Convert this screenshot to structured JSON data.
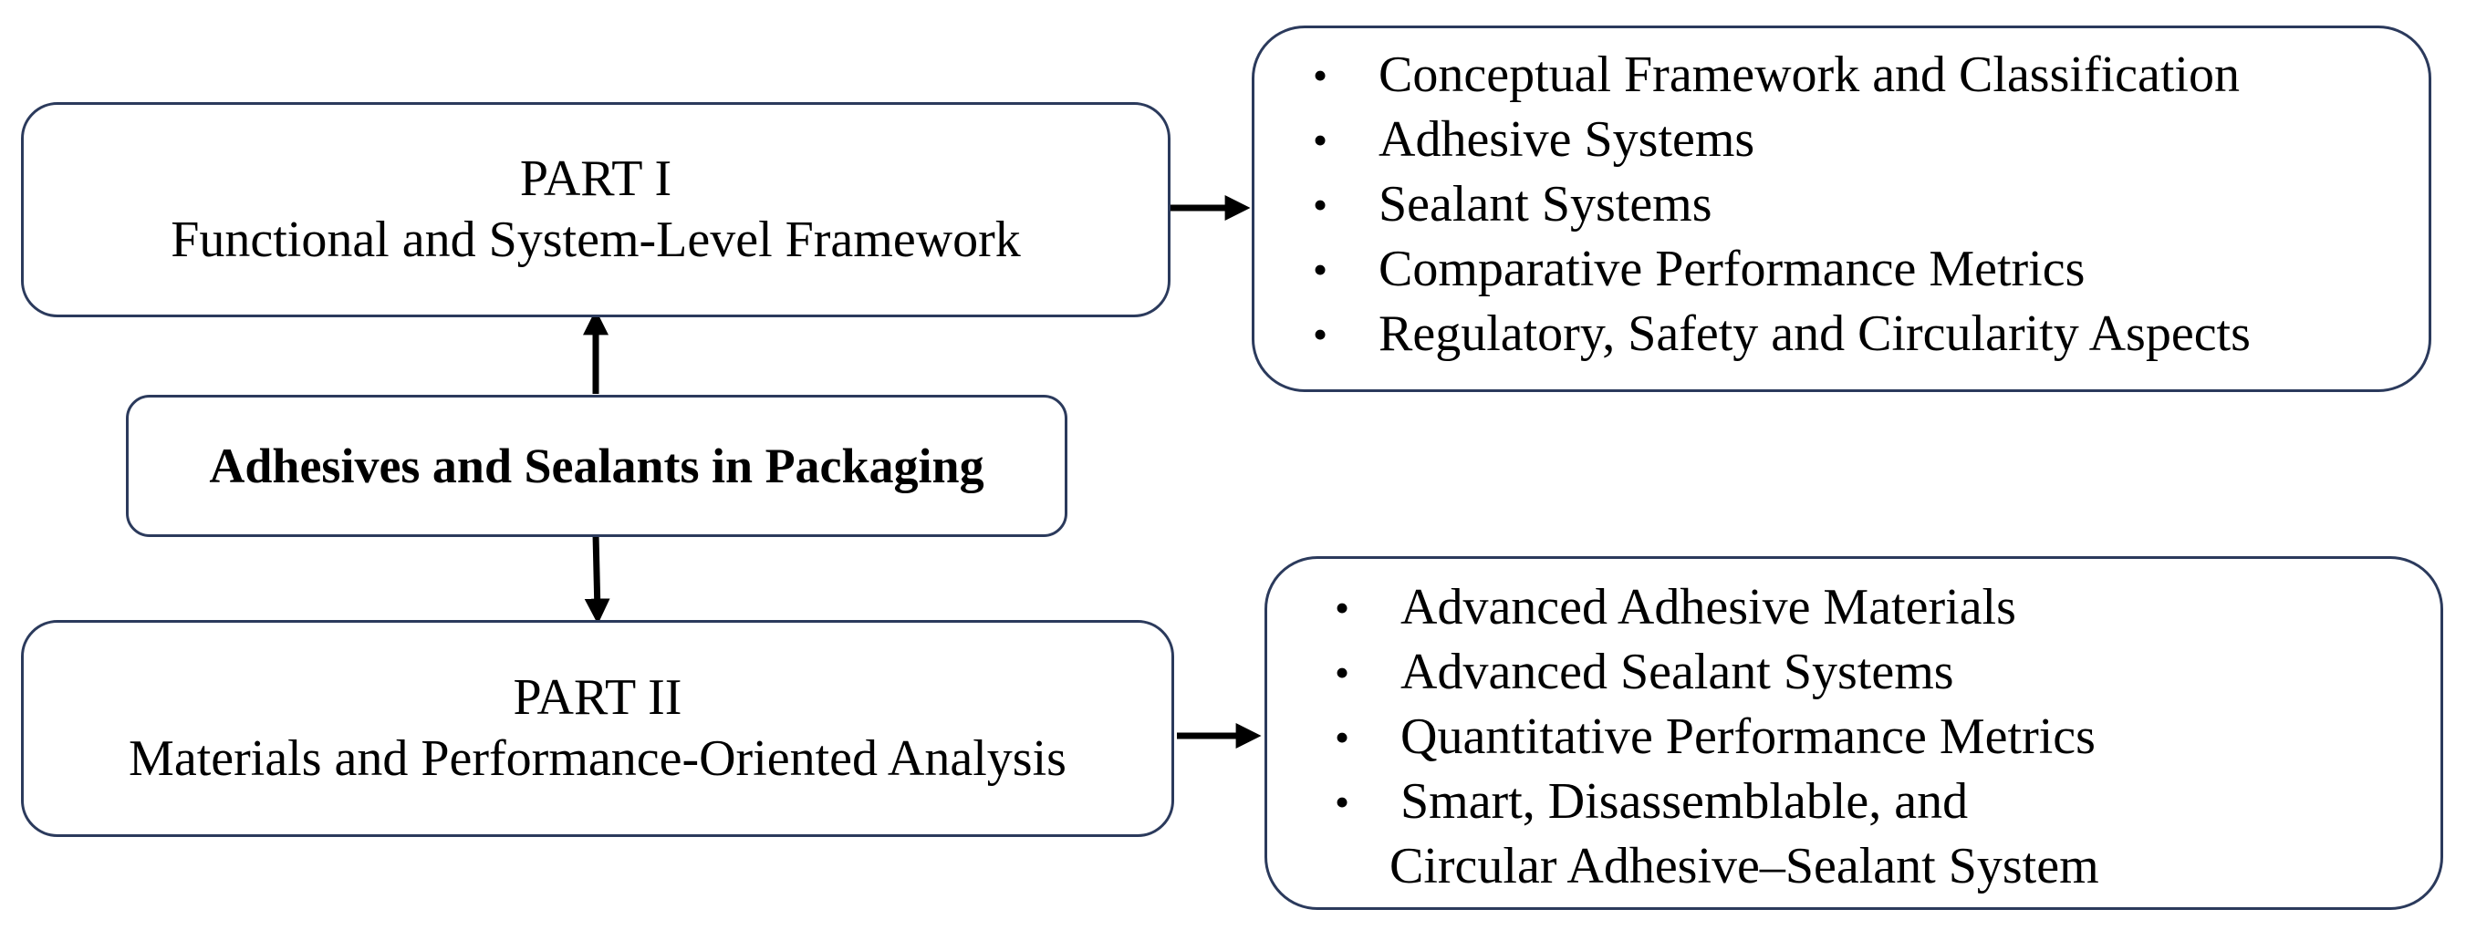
{
  "center": {
    "label": "Adhesives and Sealants in Packaging"
  },
  "part1": {
    "title": "PART I",
    "subtitle": "Functional and System-Level Framework",
    "items": [
      "Conceptual Framework and Classification",
      "Adhesive Systems",
      "Sealant Systems",
      "Comparative Performance Metrics",
      "Regulatory, Safety and Circularity Aspects"
    ]
  },
  "part2": {
    "title": "PART II",
    "subtitle": "Materials and Performance-Oriented Analysis",
    "items": [
      "Advanced Adhesive Materials",
      "Advanced Sealant Systems",
      "Quantitative Performance Metrics",
      "Smart, Disassemblable, and",
      "Circular Adhesive–Sealant System"
    ]
  },
  "colors": {
    "border": "#2b3a5c",
    "arrow": "#000000",
    "background": "#ffffff"
  }
}
